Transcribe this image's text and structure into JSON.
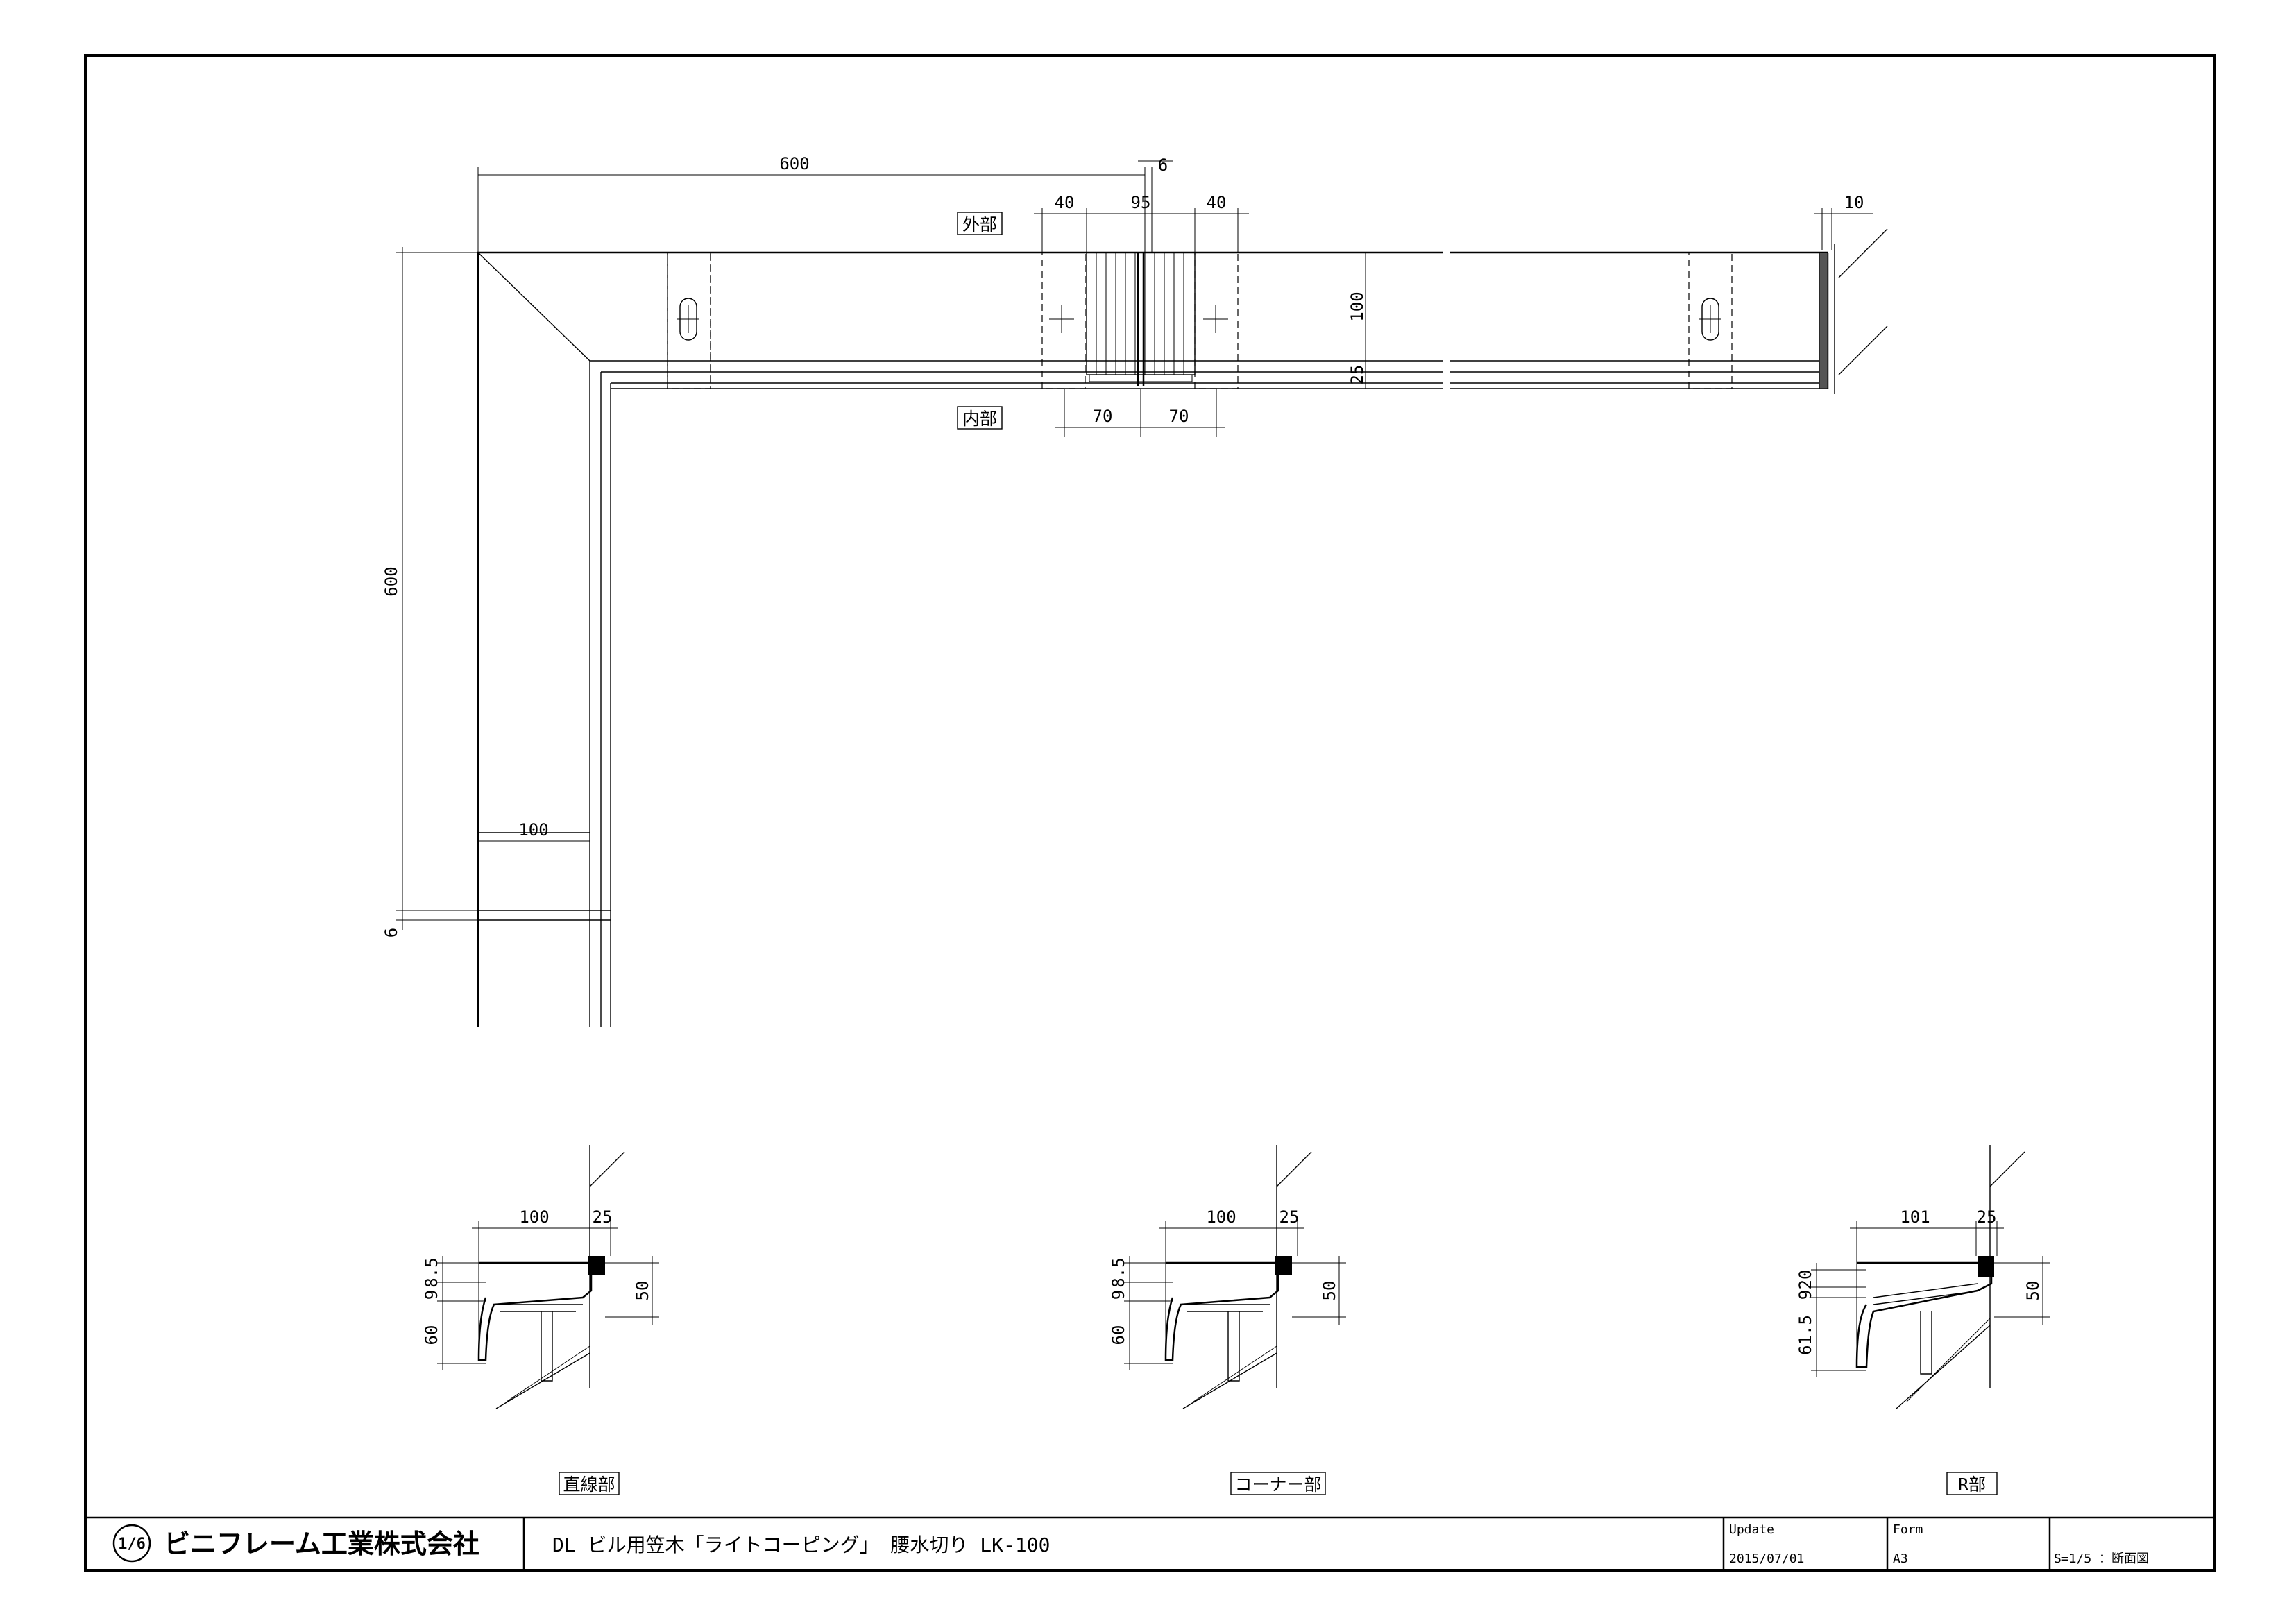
{
  "drawing": {
    "labels": {
      "outside": "外部",
      "inside": "内部",
      "straight": "直線部",
      "corner": "コーナー部",
      "r_section": "R部"
    },
    "plan_dims": {
      "top_600": "600",
      "top_6": "6",
      "left_600": "600",
      "left_6": "6",
      "d40a": "40",
      "d95": "95",
      "d40b": "40",
      "d10": "10",
      "d100v": "100",
      "d25v": "25",
      "d70a": "70",
      "d70b": "70",
      "d100h": "100"
    },
    "sections": [
      {
        "w1": "100",
        "w2": "25",
        "h_top": "8.5",
        "h_mid": "9",
        "h_low": "60",
        "h_total": "50"
      },
      {
        "w1": "100",
        "w2": "25",
        "h_top": "8.5",
        "h_mid": "9",
        "h_low": "60",
        "h_total": "50"
      },
      {
        "w1": "101",
        "w2": "25",
        "h_top": "20",
        "h_mid": "9",
        "h_low": "61.5",
        "h_total": "50"
      }
    ]
  },
  "title_block": {
    "company": "ビニフレーム工業株式会社",
    "logo_text": "1/6",
    "title": "DL ビル用笠木「ライトコーピング」 腰水切り LK-100",
    "update_label": "Update",
    "update_value": "2015/07/01",
    "form_label": "Form",
    "form_value": "A3",
    "scale": "S=1/5 ：断面図"
  }
}
